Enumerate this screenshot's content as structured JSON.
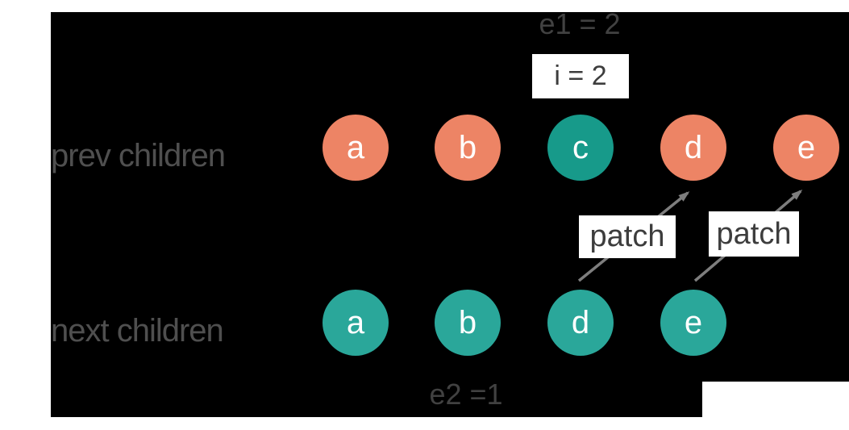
{
  "diagram": {
    "page_bg": "#ffffff",
    "canvas_bg": "#000000",
    "top_pointer": {
      "label": "e1 = 2"
    },
    "index_marker": {
      "label": "i = 2"
    },
    "bottom_pointer": {
      "label": "e2 =1"
    },
    "patch_annotations": [
      {
        "label": "patch"
      },
      {
        "label": "patch"
      }
    ],
    "rows": {
      "prev": {
        "label": "prev children",
        "nodes": [
          {
            "letter": "a",
            "color": "#ed8465"
          },
          {
            "letter": "b",
            "color": "#ed8465"
          },
          {
            "letter": "c",
            "color": "#179a8a"
          },
          {
            "letter": "d",
            "color": "#ed8465"
          },
          {
            "letter": "e",
            "color": "#ed8465"
          }
        ]
      },
      "next": {
        "label": "next children",
        "nodes": [
          {
            "letter": "a",
            "color": "#2aa79a"
          },
          {
            "letter": "b",
            "color": "#2aa79a"
          },
          {
            "letter": "d",
            "color": "#2aa79a"
          },
          {
            "letter": "e",
            "color": "#2aa79a"
          }
        ]
      }
    },
    "colors": {
      "node_salmon": "#ed8465",
      "node_teal_dark": "#179a8a",
      "node_teal": "#2aa79a",
      "arrow_gray": "#7e7e7e",
      "row_label_gray": "#4f4f4f",
      "counter_gray": "#414141",
      "annotation_text": "#3d3d3d"
    }
  }
}
